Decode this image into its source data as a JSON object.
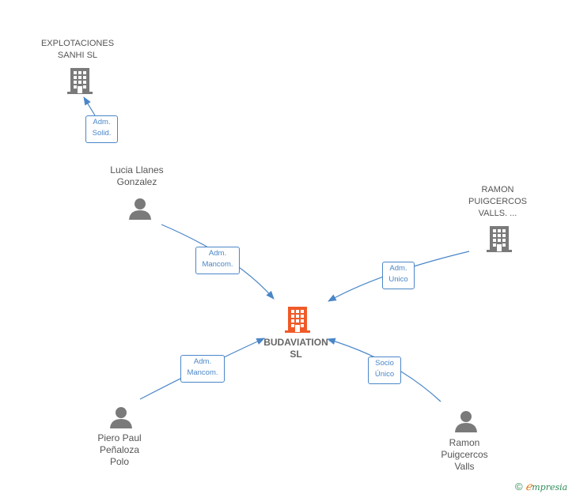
{
  "colors": {
    "edge": "#4a86c8",
    "building_gray": "#7a7a7a",
    "building_center": "#f05a28",
    "person_gray": "#7a7a7a",
    "label_text": "#555555"
  },
  "nodes": {
    "explotaciones": {
      "label": "EXPLOTACIONES\nSANHI  SL",
      "icon": "building-icon"
    },
    "lucia": {
      "label": "Lucia Llanes\nGonzalez",
      "icon": "person-icon"
    },
    "ramon_company": {
      "label": "RAMON\nPUIGCERCOS\nVALLS. ...",
      "icon": "building-icon"
    },
    "budaviation": {
      "label": "BUDAVIATION\nSL",
      "icon": "building-icon"
    },
    "piero": {
      "label": "Piero Paul\nPeñaloza\nPolo",
      "icon": "person-icon"
    },
    "ramon_person": {
      "label": "Ramon\nPuigcercos\nValls",
      "icon": "person-icon"
    }
  },
  "edges": {
    "lucia_explotaciones": "Adm.\nSolid.",
    "lucia_budaviation": "Adm.\nMancom.",
    "ramon_company_budaviation": "Adm.\nUnico",
    "piero_budaviation": "Adm.\nMancom.",
    "ramon_person_budaviation": "Socio\nÚnico"
  },
  "brand": {
    "copyright": "©",
    "e": "ℯ",
    "rest": "mpresia"
  }
}
